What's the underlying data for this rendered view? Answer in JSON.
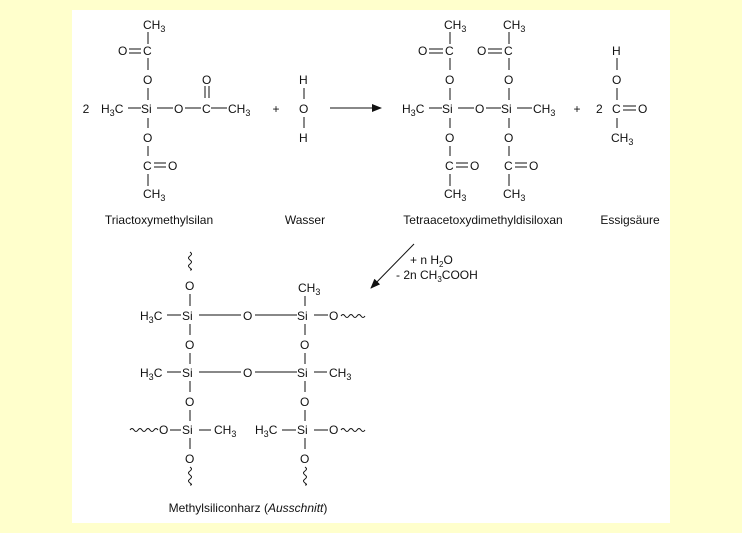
{
  "captions": {
    "triacetoxy": "Triactoxymethylsilan",
    "wasser": "Wasser",
    "tetra": "Tetraacetoxydimethyldisiloxan",
    "essig": "Essigsäure",
    "resin_main": "Methylsiliconharz (",
    "resin_italic": "Ausschnitt",
    "resin_close": ")"
  },
  "reaction": {
    "coef_2": "2",
    "plus": "+",
    "coef_2b": "2"
  },
  "conditions": {
    "line1_pre": "+ n H",
    "line1_sub": "2",
    "line1_post": "O",
    "line2_pre": "- 2n CH",
    "line2_sub": "3",
    "line2_post": "COOH"
  },
  "atoms": {
    "C": "C",
    "O": "O",
    "H": "H",
    "Si": "Si",
    "CH": "CH",
    "sub3": "3",
    "H3C_H": "H",
    "H3C_C": "C"
  }
}
